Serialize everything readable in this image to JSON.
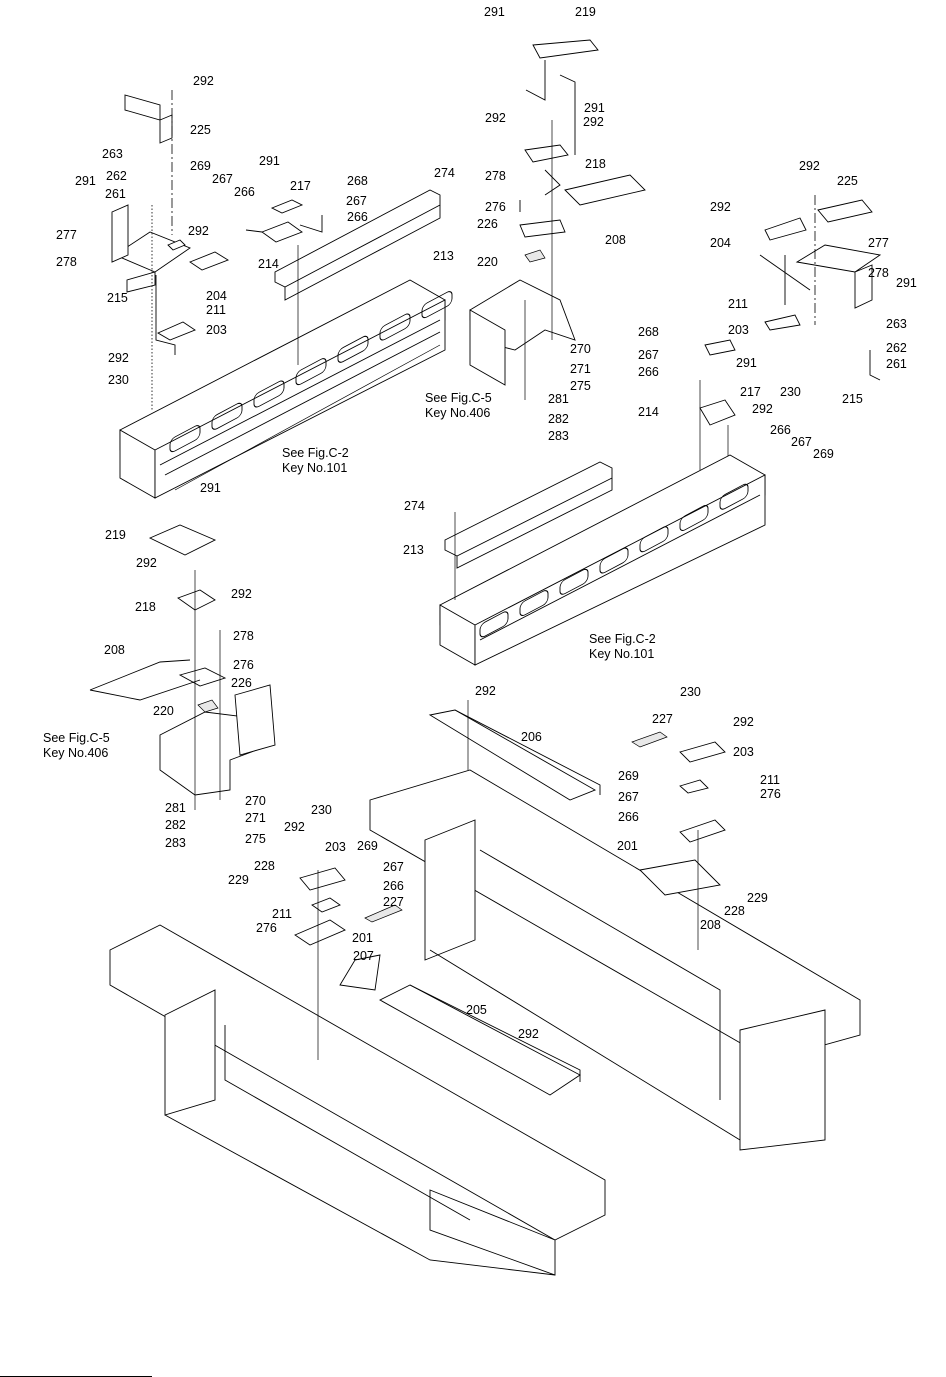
{
  "diagram": {
    "type": "exploded-parts-diagram",
    "notes": [
      {
        "id": "note-fig-c2-upper",
        "line1": "See Fig.C-2",
        "line2": "Key No.101"
      },
      {
        "id": "note-fig-c5-upper",
        "line1": "See Fig.C-5",
        "line2": "Key No.406"
      },
      {
        "id": "note-fig-c2-middle",
        "line1": "See Fig.C-2",
        "line2": "Key No.101"
      },
      {
        "id": "note-fig-c5-lower",
        "line1": "See Fig.C-5",
        "line2": "Key No.406"
      }
    ],
    "callouts": [
      {
        "group": "upper-left",
        "label": "292"
      },
      {
        "group": "upper-left",
        "label": "225"
      },
      {
        "group": "upper-left",
        "label": "263"
      },
      {
        "group": "upper-left",
        "label": "262"
      },
      {
        "group": "upper-left",
        "label": "291"
      },
      {
        "group": "upper-left",
        "label": "261"
      },
      {
        "group": "upper-left",
        "label": "277"
      },
      {
        "group": "upper-left",
        "label": "278"
      },
      {
        "group": "upper-left",
        "label": "215"
      },
      {
        "group": "upper-left",
        "label": "269"
      },
      {
        "group": "upper-left",
        "label": "267"
      },
      {
        "group": "upper-left",
        "label": "266"
      },
      {
        "group": "upper-left",
        "label": "291"
      },
      {
        "group": "upper-left",
        "label": "217"
      },
      {
        "group": "upper-left",
        "label": "268"
      },
      {
        "group": "upper-left",
        "label": "267"
      },
      {
        "group": "upper-left",
        "label": "266"
      },
      {
        "group": "upper-left",
        "label": "274"
      },
      {
        "group": "upper-left",
        "label": "292"
      },
      {
        "group": "upper-left",
        "label": "214"
      },
      {
        "group": "upper-left",
        "label": "213"
      },
      {
        "group": "upper-left",
        "label": "204"
      },
      {
        "group": "upper-left",
        "label": "211"
      },
      {
        "group": "upper-left",
        "label": "203"
      },
      {
        "group": "upper-left",
        "label": "292"
      },
      {
        "group": "upper-left",
        "label": "230"
      },
      {
        "group": "upper-center",
        "label": "291"
      },
      {
        "group": "upper-center",
        "label": "219"
      },
      {
        "group": "upper-center",
        "label": "291"
      },
      {
        "group": "upper-center",
        "label": "292"
      },
      {
        "group": "upper-center",
        "label": "292"
      },
      {
        "group": "upper-center",
        "label": "218"
      },
      {
        "group": "upper-center",
        "label": "278"
      },
      {
        "group": "upper-center",
        "label": "276"
      },
      {
        "group": "upper-center",
        "label": "226"
      },
      {
        "group": "upper-center",
        "label": "208"
      },
      {
        "group": "upper-center",
        "label": "220"
      },
      {
        "group": "upper-center",
        "label": "270"
      },
      {
        "group": "upper-center",
        "label": "271"
      },
      {
        "group": "upper-center",
        "label": "275"
      },
      {
        "group": "upper-center",
        "label": "281"
      },
      {
        "group": "upper-center",
        "label": "282"
      },
      {
        "group": "upper-center",
        "label": "283"
      },
      {
        "group": "upper-right",
        "label": "292"
      },
      {
        "group": "upper-right",
        "label": "225"
      },
      {
        "group": "upper-right",
        "label": "292"
      },
      {
        "group": "upper-right",
        "label": "204"
      },
      {
        "group": "upper-right",
        "label": "277"
      },
      {
        "group": "upper-right",
        "label": "278"
      },
      {
        "group": "upper-right",
        "label": "291"
      },
      {
        "group": "upper-right",
        "label": "211"
      },
      {
        "group": "upper-right",
        "label": "203"
      },
      {
        "group": "upper-right",
        "label": "263"
      },
      {
        "group": "upper-right",
        "label": "268"
      },
      {
        "group": "upper-right",
        "label": "262"
      },
      {
        "group": "upper-right",
        "label": "267"
      },
      {
        "group": "upper-right",
        "label": "291"
      },
      {
        "group": "upper-right",
        "label": "261"
      },
      {
        "group": "upper-right",
        "label": "266"
      },
      {
        "group": "upper-right",
        "label": "217"
      },
      {
        "group": "upper-right",
        "label": "230"
      },
      {
        "group": "upper-right",
        "label": "292"
      },
      {
        "group": "upper-right",
        "label": "215"
      },
      {
        "group": "upper-right",
        "label": "214"
      },
      {
        "group": "upper-right",
        "label": "266"
      },
      {
        "group": "upper-right",
        "label": "267"
      },
      {
        "group": "upper-right",
        "label": "269"
      },
      {
        "group": "middle",
        "label": "291"
      },
      {
        "group": "middle",
        "label": "219"
      },
      {
        "group": "middle",
        "label": "292"
      },
      {
        "group": "middle",
        "label": "292"
      },
      {
        "group": "middle",
        "label": "218"
      },
      {
        "group": "middle",
        "label": "278"
      },
      {
        "group": "middle",
        "label": "208"
      },
      {
        "group": "middle",
        "label": "276"
      },
      {
        "group": "middle",
        "label": "226"
      },
      {
        "group": "middle",
        "label": "220"
      },
      {
        "group": "middle",
        "label": "281"
      },
      {
        "group": "middle",
        "label": "270"
      },
      {
        "group": "middle",
        "label": "282"
      },
      {
        "group": "middle",
        "label": "271"
      },
      {
        "group": "middle",
        "label": "283"
      },
      {
        "group": "middle",
        "label": "275"
      },
      {
        "group": "middle",
        "label": "274"
      },
      {
        "group": "middle",
        "label": "213"
      },
      {
        "group": "lower",
        "label": "292"
      },
      {
        "group": "lower",
        "label": "206"
      },
      {
        "group": "lower",
        "label": "230"
      },
      {
        "group": "lower",
        "label": "227"
      },
      {
        "group": "lower",
        "label": "292"
      },
      {
        "group": "lower",
        "label": "203"
      },
      {
        "group": "lower",
        "label": "269"
      },
      {
        "group": "lower",
        "label": "211"
      },
      {
        "group": "lower",
        "label": "267"
      },
      {
        "group": "lower",
        "label": "276"
      },
      {
        "group": "lower",
        "label": "266"
      },
      {
        "group": "lower",
        "label": "201"
      },
      {
        "group": "lower",
        "label": "208"
      },
      {
        "group": "lower",
        "label": "228"
      },
      {
        "group": "lower",
        "label": "229"
      },
      {
        "group": "lower",
        "label": "230"
      },
      {
        "group": "lower",
        "label": "292"
      },
      {
        "group": "lower",
        "label": "203"
      },
      {
        "group": "lower",
        "label": "269"
      },
      {
        "group": "lower",
        "label": "267"
      },
      {
        "group": "lower",
        "label": "266"
      },
      {
        "group": "lower",
        "label": "228"
      },
      {
        "group": "lower",
        "label": "229"
      },
      {
        "group": "lower",
        "label": "227"
      },
      {
        "group": "lower",
        "label": "211"
      },
      {
        "group": "lower",
        "label": "276"
      },
      {
        "group": "lower",
        "label": "201"
      },
      {
        "group": "lower",
        "label": "207"
      },
      {
        "group": "lower",
        "label": "205"
      },
      {
        "group": "lower",
        "label": "292"
      }
    ]
  }
}
